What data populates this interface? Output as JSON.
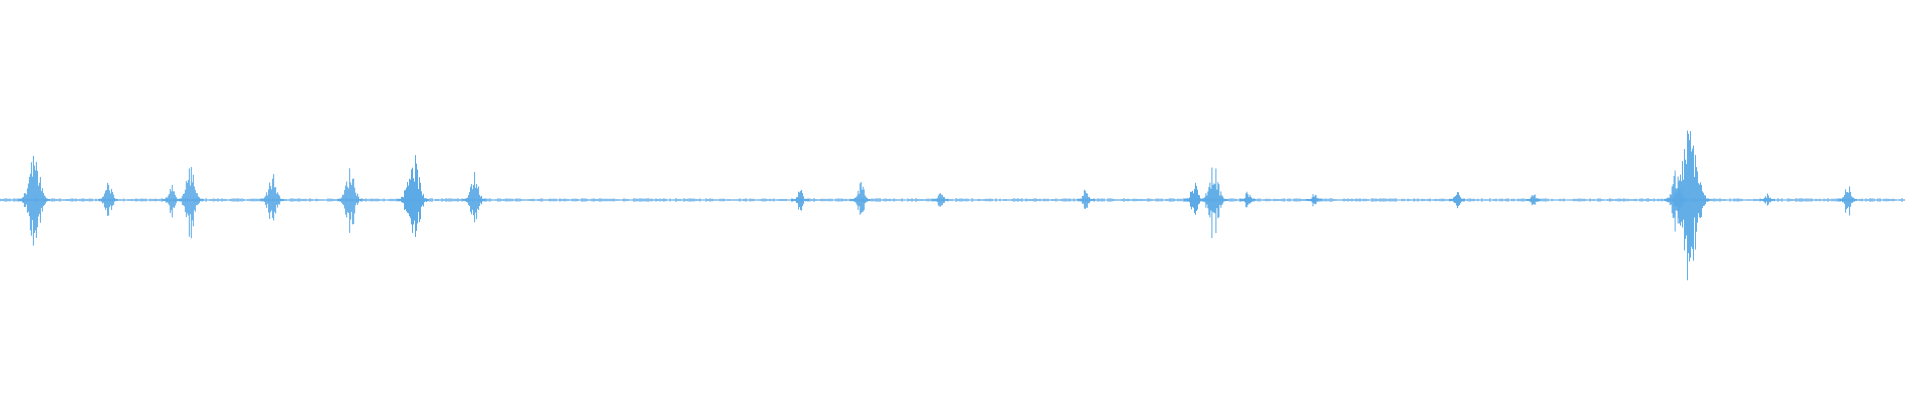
{
  "waveform": {
    "color": "#5aa9e6",
    "background": "#ffffff",
    "bursts": [
      {
        "t": 0.018,
        "amp": 0.55
      },
      {
        "t": 0.057,
        "amp": 0.22
      },
      {
        "t": 0.09,
        "amp": 0.18
      },
      {
        "t": 0.1,
        "amp": 0.4
      },
      {
        "t": 0.143,
        "amp": 0.32
      },
      {
        "t": 0.184,
        "amp": 0.38
      },
      {
        "t": 0.217,
        "amp": 0.55
      },
      {
        "t": 0.249,
        "amp": 0.32
      },
      {
        "t": 0.42,
        "amp": 0.14
      },
      {
        "t": 0.452,
        "amp": 0.22
      },
      {
        "t": 0.494,
        "amp": 0.1
      },
      {
        "t": 0.57,
        "amp": 0.14
      },
      {
        "t": 0.627,
        "amp": 0.22
      },
      {
        "t": 0.637,
        "amp": 0.42
      },
      {
        "t": 0.655,
        "amp": 0.1
      },
      {
        "t": 0.69,
        "amp": 0.08
      },
      {
        "t": 0.765,
        "amp": 0.1
      },
      {
        "t": 0.805,
        "amp": 0.08
      },
      {
        "t": 0.88,
        "amp": 0.35
      },
      {
        "t": 0.887,
        "amp": 0.85
      },
      {
        "t": 0.928,
        "amp": 0.08
      },
      {
        "t": 0.97,
        "amp": 0.18
      }
    ]
  }
}
